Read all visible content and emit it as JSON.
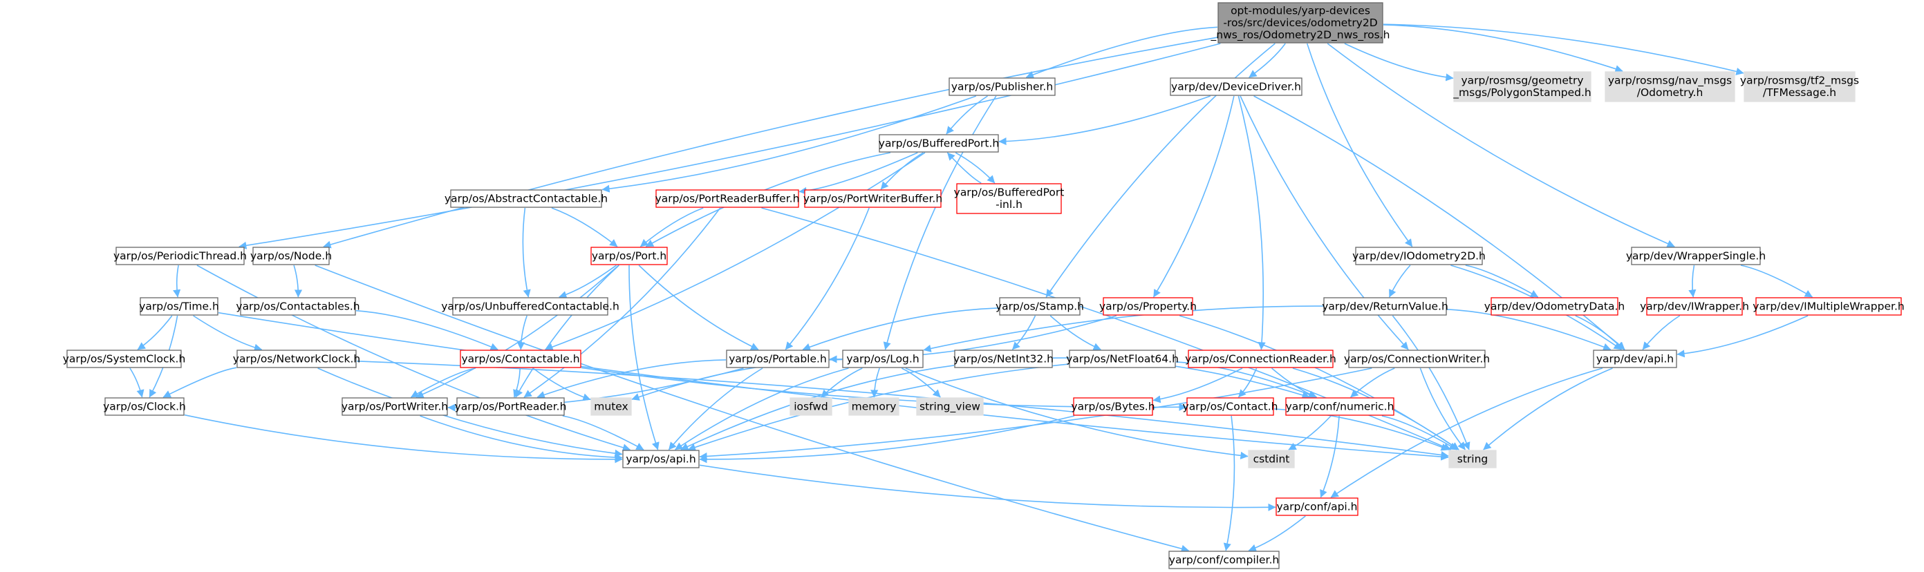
{
  "graph": {
    "colors": {
      "edge": "#63b8ff",
      "node_border_normal": "#666666",
      "node_border_red": "#ff0000",
      "node_fill_root": "#999999",
      "node_fill_external": "#e0e0e0",
      "node_fill_normal": "#ffffff"
    },
    "nodes": [
      {
        "id": "root",
        "lines": [
          "opt-modules/yarp-devices",
          "-ros/src/devices/odometry2D",
          "_nws_ros/Odometry2D_nws_ros.h"
        ],
        "style": "root"
      },
      {
        "id": "publisher",
        "lines": [
          "yarp/os/Publisher.h"
        ],
        "style": "normal"
      },
      {
        "id": "devicedriver",
        "lines": [
          "yarp/dev/DeviceDriver.h"
        ],
        "style": "normal"
      },
      {
        "id": "geom",
        "lines": [
          "yarp/rosmsg/geometry",
          "_msgs/PolygonStamped.h"
        ],
        "style": "external"
      },
      {
        "id": "navmsgs",
        "lines": [
          "yarp/rosmsg/nav_msgs",
          "/Odometry.h"
        ],
        "style": "external"
      },
      {
        "id": "tf2",
        "lines": [
          "yarp/rosmsg/tf2_msgs",
          "/TFMessage.h"
        ],
        "style": "external"
      },
      {
        "id": "bufferedport",
        "lines": [
          "yarp/os/BufferedPort.h"
        ],
        "style": "normal"
      },
      {
        "id": "abstractcontactable",
        "lines": [
          "yarp/os/AbstractContactable.h"
        ],
        "style": "normal"
      },
      {
        "id": "portreaderbuffer",
        "lines": [
          "yarp/os/PortReaderBuffer.h"
        ],
        "style": "red"
      },
      {
        "id": "portwriterbuffer",
        "lines": [
          "yarp/os/PortWriterBuffer.h"
        ],
        "style": "red"
      },
      {
        "id": "bufferedportinl",
        "lines": [
          "yarp/os/BufferedPort",
          "-inl.h"
        ],
        "style": "red"
      },
      {
        "id": "periodicthread",
        "lines": [
          "yarp/os/PeriodicThread.h"
        ],
        "style": "normal"
      },
      {
        "id": "node",
        "lines": [
          "yarp/os/Node.h"
        ],
        "style": "normal"
      },
      {
        "id": "port",
        "lines": [
          "yarp/os/Port.h"
        ],
        "style": "red"
      },
      {
        "id": "iodometry2d",
        "lines": [
          "yarp/dev/IOdometry2D.h"
        ],
        "style": "normal"
      },
      {
        "id": "wrappersingle",
        "lines": [
          "yarp/dev/WrapperSingle.h"
        ],
        "style": "normal"
      },
      {
        "id": "time",
        "lines": [
          "yarp/os/Time.h"
        ],
        "style": "normal"
      },
      {
        "id": "contactables",
        "lines": [
          "yarp/os/Contactables.h"
        ],
        "style": "normal"
      },
      {
        "id": "unbufferedcontactable",
        "lines": [
          "yarp/os/UnbufferedContactable.h"
        ],
        "style": "normal"
      },
      {
        "id": "stamp",
        "lines": [
          "yarp/os/Stamp.h"
        ],
        "style": "normal"
      },
      {
        "id": "property",
        "lines": [
          "yarp/os/Property.h"
        ],
        "style": "red"
      },
      {
        "id": "returnvalue",
        "lines": [
          "yarp/dev/ReturnValue.h"
        ],
        "style": "normal"
      },
      {
        "id": "odometrydata",
        "lines": [
          "yarp/dev/OdometryData.h"
        ],
        "style": "red"
      },
      {
        "id": "iwrapper",
        "lines": [
          "yarp/dev/IWrapper.h"
        ],
        "style": "red"
      },
      {
        "id": "imultiplewrapper",
        "lines": [
          "yarp/dev/IMultipleWrapper.h"
        ],
        "style": "red"
      },
      {
        "id": "systemclock",
        "lines": [
          "yarp/os/SystemClock.h"
        ],
        "style": "normal"
      },
      {
        "id": "networkclock",
        "lines": [
          "yarp/os/NetworkClock.h"
        ],
        "style": "normal"
      },
      {
        "id": "contactable",
        "lines": [
          "yarp/os/Contactable.h"
        ],
        "style": "red"
      },
      {
        "id": "portable",
        "lines": [
          "yarp/os/Portable.h"
        ],
        "style": "normal"
      },
      {
        "id": "log",
        "lines": [
          "yarp/os/Log.h"
        ],
        "style": "normal"
      },
      {
        "id": "netint32",
        "lines": [
          "yarp/os/NetInt32.h"
        ],
        "style": "normal"
      },
      {
        "id": "netfloat64",
        "lines": [
          "yarp/os/NetFloat64.h"
        ],
        "style": "normal"
      },
      {
        "id": "connectionreader",
        "lines": [
          "yarp/os/ConnectionReader.h"
        ],
        "style": "red"
      },
      {
        "id": "connectionwriter",
        "lines": [
          "yarp/os/ConnectionWriter.h"
        ],
        "style": "normal"
      },
      {
        "id": "devapi",
        "lines": [
          "yarp/dev/api.h"
        ],
        "style": "normal"
      },
      {
        "id": "clock",
        "lines": [
          "yarp/os/Clock.h"
        ],
        "style": "normal"
      },
      {
        "id": "portwriter",
        "lines": [
          "yarp/os/PortWriter.h"
        ],
        "style": "normal"
      },
      {
        "id": "portreader",
        "lines": [
          "yarp/os/PortReader.h"
        ],
        "style": "normal"
      },
      {
        "id": "mutex",
        "lines": [
          "mutex"
        ],
        "style": "external"
      },
      {
        "id": "iosfwd",
        "lines": [
          "iosfwd"
        ],
        "style": "external"
      },
      {
        "id": "memory",
        "lines": [
          "memory"
        ],
        "style": "external"
      },
      {
        "id": "stringview",
        "lines": [
          "string_view"
        ],
        "style": "external"
      },
      {
        "id": "bytes",
        "lines": [
          "yarp/os/Bytes.h"
        ],
        "style": "red"
      },
      {
        "id": "contact",
        "lines": [
          "yarp/os/Contact.h"
        ],
        "style": "red"
      },
      {
        "id": "numeric",
        "lines": [
          "yarp/conf/numeric.h"
        ],
        "style": "red"
      },
      {
        "id": "osapi",
        "lines": [
          "yarp/os/api.h"
        ],
        "style": "normal"
      },
      {
        "id": "cstdint",
        "lines": [
          "cstdint"
        ],
        "style": "external"
      },
      {
        "id": "string",
        "lines": [
          "string"
        ],
        "style": "external"
      },
      {
        "id": "confapi",
        "lines": [
          "yarp/conf/api.h"
        ],
        "style": "red"
      },
      {
        "id": "compiler",
        "lines": [
          "yarp/conf/compiler.h"
        ],
        "style": "normal"
      }
    ],
    "edges": [
      [
        "root",
        "publisher"
      ],
      [
        "root",
        "devicedriver"
      ],
      [
        "root",
        "geom"
      ],
      [
        "root",
        "navmsgs"
      ],
      [
        "root",
        "tf2"
      ],
      [
        "root",
        "periodicthread"
      ],
      [
        "root",
        "node"
      ],
      [
        "root",
        "stamp"
      ],
      [
        "root",
        "iodometry2d"
      ],
      [
        "root",
        "wrappersingle"
      ],
      [
        "publisher",
        "bufferedport"
      ],
      [
        "publisher",
        "abstractcontactable"
      ],
      [
        "publisher",
        "log"
      ],
      [
        "devicedriver",
        "bufferedport"
      ],
      [
        "devicedriver",
        "property"
      ],
      [
        "devicedriver",
        "connectionreader"
      ],
      [
        "devicedriver",
        "connectionwriter"
      ],
      [
        "devicedriver",
        "devapi"
      ],
      [
        "bufferedport",
        "portreaderbuffer"
      ],
      [
        "bufferedport",
        "portwriterbuffer"
      ],
      [
        "bufferedport",
        "bufferedportinl"
      ],
      [
        "bufferedport",
        "port"
      ],
      [
        "bufferedport",
        "contactable"
      ],
      [
        "bufferedportinl",
        "bufferedport"
      ],
      [
        "abstractcontactable",
        "port"
      ],
      [
        "abstractcontactable",
        "unbufferedcontactable"
      ],
      [
        "portreaderbuffer",
        "port"
      ],
      [
        "portreaderbuffer",
        "portreader"
      ],
      [
        "portreaderbuffer",
        "string"
      ],
      [
        "portwriterbuffer",
        "portable"
      ],
      [
        "port",
        "unbufferedcontactable"
      ],
      [
        "port",
        "portable"
      ],
      [
        "port",
        "portwriter"
      ],
      [
        "port",
        "portreader"
      ],
      [
        "port",
        "osapi"
      ],
      [
        "periodicthread",
        "time"
      ],
      [
        "periodicthread",
        "osapi"
      ],
      [
        "node",
        "contactables"
      ],
      [
        "node",
        "compiler"
      ],
      [
        "contactables",
        "contactable"
      ],
      [
        "unbufferedcontactable",
        "contactable"
      ],
      [
        "contactable",
        "portwriter"
      ],
      [
        "contactable",
        "portreader"
      ],
      [
        "contactable",
        "mutex"
      ],
      [
        "contactable",
        "contact"
      ],
      [
        "time",
        "systemclock"
      ],
      [
        "time",
        "networkclock"
      ],
      [
        "time",
        "clock"
      ],
      [
        "time",
        "string"
      ],
      [
        "systemclock",
        "clock"
      ],
      [
        "networkclock",
        "clock"
      ],
      [
        "networkclock",
        "osapi"
      ],
      [
        "networkclock",
        "string"
      ],
      [
        "clock",
        "osapi"
      ],
      [
        "stamp",
        "portable"
      ],
      [
        "stamp",
        "netint32"
      ],
      [
        "stamp",
        "netfloat64"
      ],
      [
        "property",
        "portable"
      ],
      [
        "property",
        "string"
      ],
      [
        "iodometry2d",
        "returnvalue"
      ],
      [
        "iodometry2d",
        "odometrydata"
      ],
      [
        "iodometry2d",
        "devapi"
      ],
      [
        "returnvalue",
        "log"
      ],
      [
        "returnvalue",
        "devapi"
      ],
      [
        "returnvalue",
        "string"
      ],
      [
        "odometrydata",
        "devapi"
      ],
      [
        "wrappersingle",
        "iwrapper"
      ],
      [
        "wrappersingle",
        "imultiplewrapper"
      ],
      [
        "iwrapper",
        "devapi"
      ],
      [
        "imultiplewrapper",
        "devapi"
      ],
      [
        "portable",
        "portwriter"
      ],
      [
        "portable",
        "portreader"
      ],
      [
        "portable",
        "osapi"
      ],
      [
        "log",
        "osapi"
      ],
      [
        "log",
        "iosfwd"
      ],
      [
        "log",
        "memory"
      ],
      [
        "log",
        "stringview"
      ],
      [
        "log",
        "mutex"
      ],
      [
        "log",
        "cstdint"
      ],
      [
        "netint32",
        "osapi"
      ],
      [
        "netint32",
        "numeric"
      ],
      [
        "netfloat64",
        "osapi"
      ],
      [
        "netfloat64",
        "numeric"
      ],
      [
        "connectionreader",
        "bytes"
      ],
      [
        "connectionreader",
        "contact"
      ],
      [
        "connectionreader",
        "numeric"
      ],
      [
        "connectionreader",
        "string"
      ],
      [
        "connectionwriter",
        "numeric"
      ],
      [
        "connectionwriter",
        "osapi"
      ],
      [
        "connectionwriter",
        "string"
      ],
      [
        "portwriter",
        "osapi"
      ],
      [
        "portreader",
        "osapi"
      ],
      [
        "bytes",
        "osapi"
      ],
      [
        "contact",
        "compiler"
      ],
      [
        "contact",
        "string"
      ],
      [
        "numeric",
        "cstdint"
      ],
      [
        "numeric",
        "string"
      ],
      [
        "numeric",
        "confapi"
      ],
      [
        "osapi",
        "confapi"
      ],
      [
        "devapi",
        "string"
      ],
      [
        "devapi",
        "confapi"
      ],
      [
        "confapi",
        "compiler"
      ]
    ]
  }
}
